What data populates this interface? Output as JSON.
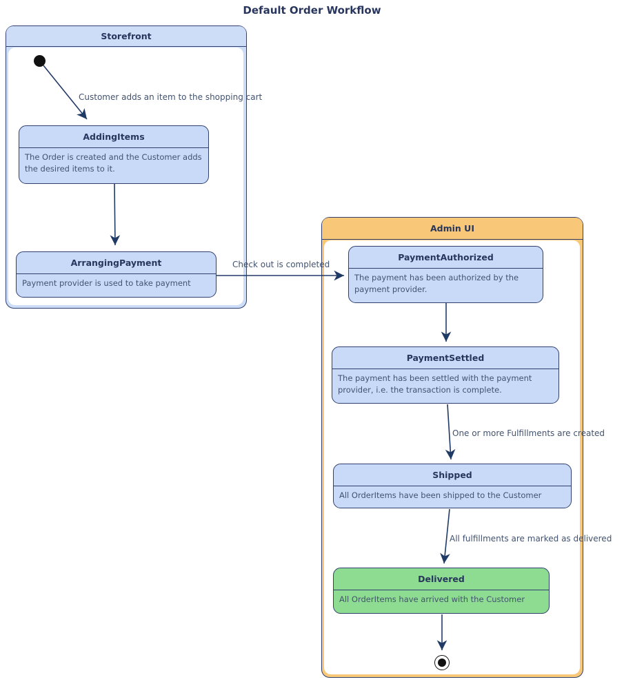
{
  "title": "Default Order Workflow",
  "containers": {
    "storefront": {
      "label": "Storefront"
    },
    "admin_ui": {
      "label": "Admin UI"
    }
  },
  "states": {
    "adding_items": {
      "title": "AddingItems",
      "description": "The Order is created and the Customer adds the desired items to it."
    },
    "arranging_payment": {
      "title": "ArrangingPayment",
      "description": "Payment provider is used to take payment"
    },
    "payment_authorized": {
      "title": "PaymentAuthorized",
      "description": "The payment has been authorized by the payment provider."
    },
    "payment_settled": {
      "title": "PaymentSettled",
      "description": "The payment has been settled with the payment provider, i.e. the transaction is complete."
    },
    "shipped": {
      "title": "Shipped",
      "description": "All OrderItems have been shipped to the Customer"
    },
    "delivered": {
      "title": "Delivered",
      "description": "All OrderItems have arrived with the Customer"
    }
  },
  "transitions": {
    "initial_to_adding_items": {
      "label": "Customer adds an item to the shopping cart"
    },
    "adding_items_to_arranging_payment": {
      "label": ""
    },
    "arranging_payment_to_payment_authorized": {
      "label": "Check out is completed"
    },
    "payment_authorized_to_payment_settled": {
      "label": ""
    },
    "payment_settled_to_shipped": {
      "label": "One or more Fulfillments are created"
    },
    "shipped_to_delivered": {
      "label": "All fulfillments are marked as delivered"
    },
    "delivered_to_final": {
      "label": ""
    }
  },
  "colors": {
    "state_fill": "#c9daf8",
    "state_border": "#2e3f6e",
    "storefront_header_fill": "#cdddf8",
    "admin_header_fill": "#f8c878",
    "delivered_fill": "#8edc92",
    "arrow": "#203a66",
    "heading_text": "#28365e",
    "body_text": "#42526e"
  }
}
